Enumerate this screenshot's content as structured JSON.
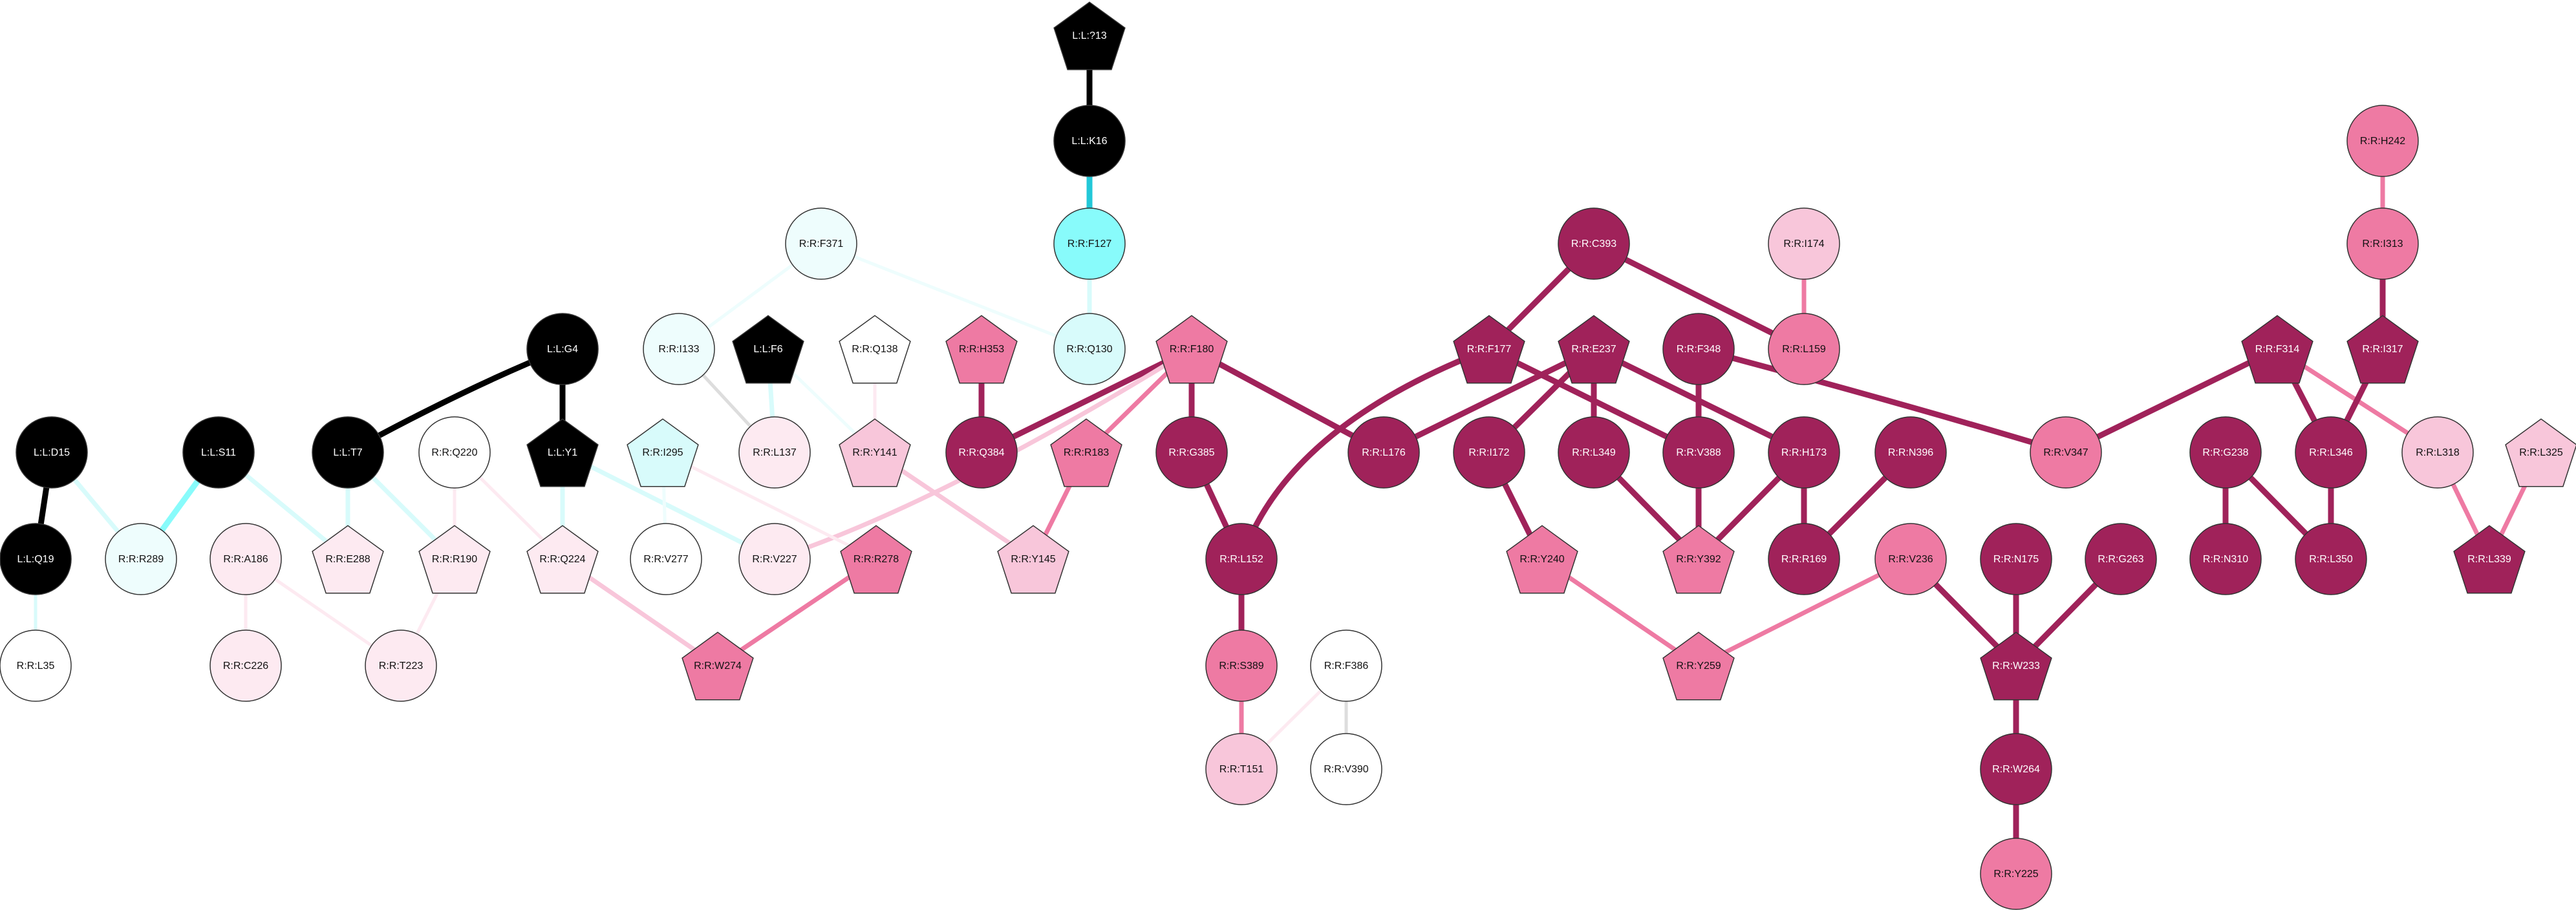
{
  "colors": {
    "black": "#000000",
    "magenta_dark": "#a0225a",
    "pink_medium": "#ee7aa3",
    "pink_light": "#f8c6da",
    "pink_pale": "#fdeaf1",
    "cyan_strong": "#88fbfb",
    "cyan_light": "#d8fbfb",
    "cyan_pale": "#eefdfd",
    "white": "#ffffff",
    "grey": "#dddddd"
  },
  "nodes": [
    {
      "id": "L:L:?13",
      "shape": "pentagon",
      "color": "black",
      "text": "light"
    },
    {
      "id": "L:L:K16",
      "shape": "circle",
      "color": "black",
      "text": "light"
    },
    {
      "id": "R:R:F127",
      "shape": "circle",
      "color": "cyan_strong",
      "text": "dark"
    },
    {
      "id": "R:R:Q130",
      "shape": "circle",
      "color": "cyan_light",
      "text": "dark"
    },
    {
      "id": "R:R:F371",
      "shape": "circle",
      "color": "cyan_pale",
      "text": "dark"
    },
    {
      "id": "R:R:I133",
      "shape": "circle",
      "color": "cyan_pale",
      "text": "dark"
    },
    {
      "id": "L:L:F6",
      "shape": "pentagon",
      "color": "black",
      "text": "light"
    },
    {
      "id": "R:R:Q138",
      "shape": "pentagon",
      "color": "white",
      "text": "dark"
    },
    {
      "id": "R:R:H353",
      "shape": "pentagon",
      "color": "pink_medium",
      "text": "dark"
    },
    {
      "id": "R:R:F180",
      "shape": "pentagon",
      "color": "pink_medium",
      "text": "dark"
    },
    {
      "id": "L:L:G4",
      "shape": "circle",
      "color": "black",
      "text": "light"
    },
    {
      "id": "L:L:D15",
      "shape": "circle",
      "color": "black",
      "text": "light"
    },
    {
      "id": "L:L:S11",
      "shape": "circle",
      "color": "black",
      "text": "light"
    },
    {
      "id": "L:L:T7",
      "shape": "circle",
      "color": "black",
      "text": "light"
    },
    {
      "id": "R:R:Q220",
      "shape": "circle",
      "color": "white",
      "text": "dark"
    },
    {
      "id": "L:L:Y1",
      "shape": "pentagon",
      "color": "black",
      "text": "light"
    },
    {
      "id": "R:R:I295",
      "shape": "pentagon",
      "color": "cyan_light",
      "text": "dark"
    },
    {
      "id": "R:R:L137",
      "shape": "circle",
      "color": "pink_pale",
      "text": "dark"
    },
    {
      "id": "R:R:Y141",
      "shape": "pentagon",
      "color": "pink_light",
      "text": "dark"
    },
    {
      "id": "R:R:Q384",
      "shape": "circle",
      "color": "magenta_dark",
      "text": "light"
    },
    {
      "id": "R:R:R183",
      "shape": "pentagon",
      "color": "pink_medium",
      "text": "dark"
    },
    {
      "id": "R:R:G385",
      "shape": "circle",
      "color": "magenta_dark",
      "text": "light"
    },
    {
      "id": "R:R:L176",
      "shape": "circle",
      "color": "magenta_dark",
      "text": "light"
    },
    {
      "id": "L:L:Q19",
      "shape": "circle",
      "color": "black",
      "text": "light"
    },
    {
      "id": "R:R:R289",
      "shape": "circle",
      "color": "cyan_pale",
      "text": "dark"
    },
    {
      "id": "R:R:A186",
      "shape": "circle",
      "color": "pink_pale",
      "text": "dark"
    },
    {
      "id": "R:R:E288",
      "shape": "pentagon",
      "color": "pink_pale",
      "text": "dark"
    },
    {
      "id": "R:R:R190",
      "shape": "pentagon",
      "color": "pink_pale",
      "text": "dark"
    },
    {
      "id": "R:R:Q224",
      "shape": "pentagon",
      "color": "pink_pale",
      "text": "dark"
    },
    {
      "id": "R:R:V277",
      "shape": "circle",
      "color": "white",
      "text": "dark"
    },
    {
      "id": "R:R:V227",
      "shape": "circle",
      "color": "pink_pale",
      "text": "dark"
    },
    {
      "id": "R:R:R278",
      "shape": "pentagon",
      "color": "pink_medium",
      "text": "dark"
    },
    {
      "id": "R:R:Y145",
      "shape": "pentagon",
      "color": "pink_light",
      "text": "dark"
    },
    {
      "id": "R:R:L152",
      "shape": "circle",
      "color": "magenta_dark",
      "text": "light"
    },
    {
      "id": "R:R:L35",
      "shape": "circle",
      "color": "white",
      "text": "dark"
    },
    {
      "id": "R:R:C226",
      "shape": "circle",
      "color": "pink_pale",
      "text": "dark"
    },
    {
      "id": "R:R:T223",
      "shape": "circle",
      "color": "pink_pale",
      "text": "dark"
    },
    {
      "id": "R:R:W274",
      "shape": "pentagon",
      "color": "pink_medium",
      "text": "dark"
    },
    {
      "id": "R:R:S389",
      "shape": "circle",
      "color": "pink_medium",
      "text": "dark"
    },
    {
      "id": "R:R:F386",
      "shape": "circle",
      "color": "white",
      "text": "dark"
    },
    {
      "id": "R:R:T151",
      "shape": "circle",
      "color": "pink_light",
      "text": "dark"
    },
    {
      "id": "R:R:V390",
      "shape": "circle",
      "color": "white",
      "text": "dark"
    },
    {
      "id": "R:R:C393",
      "shape": "circle",
      "color": "magenta_dark",
      "text": "light"
    },
    {
      "id": "R:R:I174",
      "shape": "circle",
      "color": "pink_light",
      "text": "dark"
    },
    {
      "id": "R:R:F177",
      "shape": "pentagon",
      "color": "magenta_dark",
      "text": "light"
    },
    {
      "id": "R:R:E237",
      "shape": "pentagon",
      "color": "magenta_dark",
      "text": "light"
    },
    {
      "id": "R:R:F348",
      "shape": "circle",
      "color": "magenta_dark",
      "text": "light"
    },
    {
      "id": "R:R:L159",
      "shape": "circle",
      "color": "pink_medium",
      "text": "dark"
    },
    {
      "id": "R:R:I172",
      "shape": "circle",
      "color": "magenta_dark",
      "text": "light"
    },
    {
      "id": "R:R:L349",
      "shape": "circle",
      "color": "magenta_dark",
      "text": "light"
    },
    {
      "id": "R:R:V388",
      "shape": "circle",
      "color": "magenta_dark",
      "text": "light"
    },
    {
      "id": "R:R:H173",
      "shape": "circle",
      "color": "magenta_dark",
      "text": "light"
    },
    {
      "id": "R:R:N396",
      "shape": "circle",
      "color": "magenta_dark",
      "text": "light"
    },
    {
      "id": "R:R:V347",
      "shape": "circle",
      "color": "pink_medium",
      "text": "dark"
    },
    {
      "id": "R:R:Y240",
      "shape": "pentagon",
      "color": "pink_medium",
      "text": "dark"
    },
    {
      "id": "R:R:Y392",
      "shape": "pentagon",
      "color": "pink_medium",
      "text": "dark"
    },
    {
      "id": "R:R:R169",
      "shape": "circle",
      "color": "magenta_dark",
      "text": "light"
    },
    {
      "id": "R:R:V236",
      "shape": "circle",
      "color": "pink_medium",
      "text": "dark"
    },
    {
      "id": "R:R:Y259",
      "shape": "pentagon",
      "color": "pink_medium",
      "text": "dark"
    },
    {
      "id": "R:R:N175",
      "shape": "circle",
      "color": "magenta_dark",
      "text": "light"
    },
    {
      "id": "R:R:G263",
      "shape": "circle",
      "color": "magenta_dark",
      "text": "light"
    },
    {
      "id": "R:R:W233",
      "shape": "pentagon",
      "color": "magenta_dark",
      "text": "light"
    },
    {
      "id": "R:R:W264",
      "shape": "circle",
      "color": "magenta_dark",
      "text": "light"
    },
    {
      "id": "R:R:Y225",
      "shape": "circle",
      "color": "pink_medium",
      "text": "dark"
    },
    {
      "id": "R:R:H242",
      "shape": "circle",
      "color": "pink_medium",
      "text": "dark"
    },
    {
      "id": "R:R:I313",
      "shape": "circle",
      "color": "pink_medium",
      "text": "dark"
    },
    {
      "id": "R:R:F314",
      "shape": "pentagon",
      "color": "magenta_dark",
      "text": "light"
    },
    {
      "id": "R:R:I317",
      "shape": "pentagon",
      "color": "magenta_dark",
      "text": "light"
    },
    {
      "id": "R:R:G238",
      "shape": "circle",
      "color": "magenta_dark",
      "text": "light"
    },
    {
      "id": "R:R:L346",
      "shape": "circle",
      "color": "magenta_dark",
      "text": "light"
    },
    {
      "id": "R:R:L318",
      "shape": "circle",
      "color": "pink_light",
      "text": "dark"
    },
    {
      "id": "R:R:L325",
      "shape": "pentagon",
      "color": "pink_light",
      "text": "dark"
    },
    {
      "id": "R:R:N310",
      "shape": "circle",
      "color": "magenta_dark",
      "text": "light"
    },
    {
      "id": "R:R:L350",
      "shape": "circle",
      "color": "magenta_dark",
      "text": "light"
    },
    {
      "id": "R:R:L339",
      "shape": "pentagon",
      "color": "magenta_dark",
      "text": "light"
    }
  ],
  "edges": [
    {
      "source": "L:L:?13",
      "target": "L:L:K16",
      "color": "black",
      "weight": "strong"
    },
    {
      "source": "L:L:K16",
      "target": "R:R:F127",
      "color": "#22c8d8",
      "weight": "strong"
    },
    {
      "source": "R:R:F127",
      "target": "R:R:Q130",
      "color": "cyan_light",
      "weight": "medium"
    },
    {
      "source": "R:R:F371",
      "target": "R:R:Q130",
      "color": "cyan_pale",
      "weight": "light"
    },
    {
      "source": "R:R:F371",
      "target": "R:R:I133",
      "color": "cyan_pale",
      "weight": "light"
    },
    {
      "source": "R:R:I133",
      "target": "R:R:L137",
      "color": "grey",
      "weight": "light"
    },
    {
      "source": "L:L:F6",
      "target": "R:R:L137",
      "color": "cyan_light",
      "weight": "medium"
    },
    {
      "source": "L:L:F6",
      "target": "R:R:Y141",
      "color": "cyan_pale",
      "weight": "light"
    },
    {
      "source": "R:R:Q138",
      "target": "R:R:Y141",
      "color": "pink_pale",
      "weight": "light"
    },
    {
      "source": "R:R:Y141",
      "target": "R:R:Y145",
      "color": "pink_light",
      "weight": "medium"
    },
    {
      "source": "R:R:H353",
      "target": "R:R:Q384",
      "color": "magenta_dark",
      "weight": "strong"
    },
    {
      "source": "R:R:F180",
      "target": "R:R:Q384",
      "color": "magenta_dark",
      "weight": "strong"
    },
    {
      "source": "R:R:F180",
      "target": "R:R:R183",
      "color": "pink_medium",
      "weight": "medium"
    },
    {
      "source": "R:R:F180",
      "target": "R:R:G385",
      "color": "magenta_dark",
      "weight": "strong"
    },
    {
      "source": "R:R:F180",
      "target": "R:R:L176",
      "color": "magenta_dark",
      "weight": "strong"
    },
    {
      "source": "R:R:F180",
      "target": "R:R:V227",
      "color": "pink_light",
      "weight": "medium",
      "curve": "v227"
    },
    {
      "source": "R:R:R183",
      "target": "R:R:Y145",
      "color": "pink_medium",
      "weight": "medium"
    },
    {
      "source": "R:R:G385",
      "target": "R:R:L152",
      "color": "magenta_dark",
      "weight": "strong"
    },
    {
      "source": "R:R:L152",
      "target": "R:R:S389",
      "color": "magenta_dark",
      "weight": "strong"
    },
    {
      "source": "R:R:S389",
      "target": "R:R:T151",
      "color": "pink_medium",
      "weight": "medium"
    },
    {
      "source": "R:R:F386",
      "target": "R:R:T151",
      "color": "pink_pale",
      "weight": "light"
    },
    {
      "source": "R:R:F386",
      "target": "R:R:V390",
      "color": "grey",
      "weight": "light"
    },
    {
      "source": "L:L:G4",
      "target": "L:L:T7",
      "color": "black",
      "weight": "strong",
      "curve": "g4t7"
    },
    {
      "source": "L:L:G4",
      "target": "L:L:Y1",
      "color": "black",
      "weight": "strong"
    },
    {
      "source": "L:L:D15",
      "target": "L:L:Q19",
      "color": "black",
      "weight": "strong"
    },
    {
      "source": "L:L:Q19",
      "target": "R:R:L35",
      "color": "cyan_light",
      "weight": "light"
    },
    {
      "source": "L:L:S11",
      "target": "R:R:R289",
      "color": "cyan_strong",
      "weight": "strong"
    },
    {
      "source": "L:L:D15",
      "target": "R:R:R289",
      "color": "cyan_light",
      "weight": "medium"
    },
    {
      "source": "L:L:S11",
      "target": "R:R:E288",
      "color": "cyan_light",
      "weight": "medium"
    },
    {
      "source": "L:L:T7",
      "target": "R:R:E288",
      "color": "cyan_light",
      "weight": "medium"
    },
    {
      "source": "L:L:T7",
      "target": "R:R:R190",
      "color": "cyan_light",
      "weight": "medium"
    },
    {
      "source": "R:R:Q220",
      "target": "R:R:R190",
      "color": "pink_pale",
      "weight": "light"
    },
    {
      "source": "R:R:R190",
      "target": "R:R:T223",
      "color": "pink_pale",
      "weight": "light"
    },
    {
      "source": "R:R:A186",
      "target": "R:R:C226",
      "color": "pink_pale",
      "weight": "light"
    },
    {
      "source": "R:R:A186",
      "target": "R:R:T223",
      "color": "pink_pale",
      "weight": "light"
    },
    {
      "source": "R:R:Q220",
      "target": "R:R:Q224",
      "color": "pink_pale",
      "weight": "light"
    },
    {
      "source": "L:L:Y1",
      "target": "R:R:Q224",
      "color": "cyan_light",
      "weight": "medium"
    },
    {
      "source": "L:L:Y1",
      "target": "R:R:V227",
      "color": "cyan_light",
      "weight": "medium"
    },
    {
      "source": "R:R:I295",
      "target": "R:R:V277",
      "color": "cyan_pale",
      "weight": "light"
    },
    {
      "source": "R:R:I295",
      "target": "R:R:R278",
      "color": "pink_pale",
      "weight": "light"
    },
    {
      "source": "R:R:Q224",
      "target": "R:R:W274",
      "color": "pink_light",
      "weight": "medium"
    },
    {
      "source": "R:R:R278",
      "target": "R:R:W274",
      "color": "pink_medium",
      "weight": "medium"
    },
    {
      "source": "R:R:C393",
      "target": "R:R:F177",
      "color": "magenta_dark",
      "weight": "strong"
    },
    {
      "source": "R:R:C393",
      "target": "R:R:L159",
      "color": "magenta_dark",
      "weight": "strong"
    },
    {
      "source": "R:R:I174",
      "target": "R:R:L159",
      "color": "pink_medium",
      "weight": "medium"
    },
    {
      "source": "R:R:F177",
      "target": "R:R:L152",
      "color": "magenta_dark",
      "weight": "strong",
      "curve": "f177l152"
    },
    {
      "source": "R:R:F177",
      "target": "R:R:V388",
      "color": "magenta_dark",
      "weight": "strong"
    },
    {
      "source": "R:R:E237",
      "target": "R:R:L176",
      "color": "magenta_dark",
      "weight": "strong"
    },
    {
      "source": "R:R:E237",
      "target": "R:R:I172",
      "color": "magenta_dark",
      "weight": "strong"
    },
    {
      "source": "R:R:E237",
      "target": "R:R:L349",
      "color": "magenta_dark",
      "weight": "strong"
    },
    {
      "source": "R:R:E237",
      "target": "R:R:H173",
      "color": "magenta_dark",
      "weight": "strong"
    },
    {
      "source": "R:R:F348",
      "target": "R:R:V388",
      "color": "magenta_dark",
      "weight": "strong"
    },
    {
      "source": "R:R:F348",
      "target": "R:R:V347",
      "color": "magenta_dark",
      "weight": "strong",
      "curve": "f348v347"
    },
    {
      "source": "R:R:I172",
      "target": "R:R:Y240",
      "color": "magenta_dark",
      "weight": "strong"
    },
    {
      "source": "R:R:L349",
      "target": "R:R:Y392",
      "color": "magenta_dark",
      "weight": "strong"
    },
    {
      "source": "R:R:V388",
      "target": "R:R:Y392",
      "color": "magenta_dark",
      "weight": "strong"
    },
    {
      "source": "R:R:H173",
      "target": "R:R:Y392",
      "color": "magenta_dark",
      "weight": "strong"
    },
    {
      "source": "R:R:H173",
      "target": "R:R:R169",
      "color": "magenta_dark",
      "weight": "strong"
    },
    {
      "source": "R:R:N396",
      "target": "R:R:R169",
      "color": "magenta_dark",
      "weight": "strong"
    },
    {
      "source": "R:R:Y240",
      "target": "R:R:Y259",
      "color": "pink_medium",
      "weight": "medium"
    },
    {
      "source": "R:R:V236",
      "target": "R:R:Y259",
      "color": "pink_medium",
      "weight": "medium"
    },
    {
      "source": "R:R:V236",
      "target": "R:R:W233",
      "color": "magenta_dark",
      "weight": "strong"
    },
    {
      "source": "R:R:N175",
      "target": "R:R:W233",
      "color": "magenta_dark",
      "weight": "strong"
    },
    {
      "source": "R:R:G263",
      "target": "R:R:W233",
      "color": "magenta_dark",
      "weight": "strong"
    },
    {
      "source": "R:R:W233",
      "target": "R:R:W264",
      "color": "magenta_dark",
      "weight": "strong"
    },
    {
      "source": "R:R:W264",
      "target": "R:R:Y225",
      "color": "magenta_dark",
      "weight": "strong"
    },
    {
      "source": "R:R:H242",
      "target": "R:R:I313",
      "color": "pink_medium",
      "weight": "medium"
    },
    {
      "source": "R:R:I313",
      "target": "R:R:I317",
      "color": "magenta_dark",
      "weight": "strong"
    },
    {
      "source": "R:R:F314",
      "target": "R:R:V347",
      "color": "magenta_dark",
      "weight": "strong"
    },
    {
      "source": "R:R:F314",
      "target": "R:R:L346",
      "color": "magenta_dark",
      "weight": "strong"
    },
    {
      "source": "R:R:F314",
      "target": "R:R:L318",
      "color": "pink_medium",
      "weight": "medium"
    },
    {
      "source": "R:R:I317",
      "target": "R:R:L346",
      "color": "magenta_dark",
      "weight": "strong"
    },
    {
      "source": "R:R:G238",
      "target": "R:R:N310",
      "color": "magenta_dark",
      "weight": "strong"
    },
    {
      "source": "R:R:G238",
      "target": "R:R:L350",
      "color": "magenta_dark",
      "weight": "strong"
    },
    {
      "source": "R:R:L346",
      "target": "R:R:L350",
      "color": "magenta_dark",
      "weight": "strong"
    },
    {
      "source": "R:R:L318",
      "target": "R:R:L339",
      "color": "pink_medium",
      "weight": "medium"
    },
    {
      "source": "R:R:L325",
      "target": "R:R:L339",
      "color": "pink_medium",
      "weight": "medium"
    }
  ]
}
